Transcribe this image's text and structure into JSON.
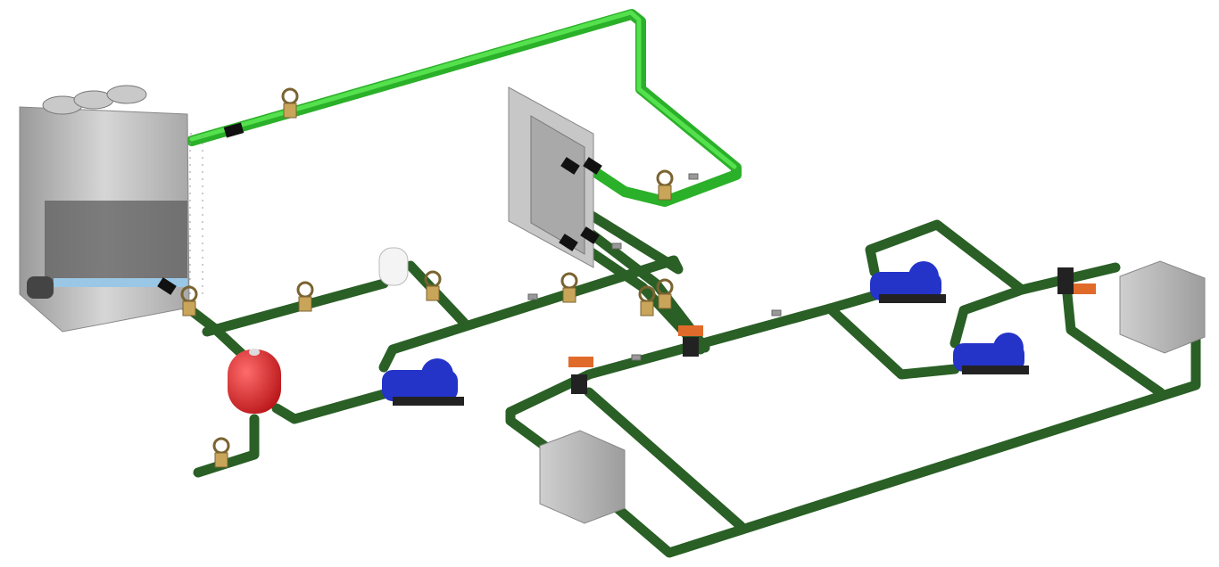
{
  "diagram": {
    "colors": {
      "supply_pipe": "#2f6b2a",
      "cooling_pipe": "#3fcf3a",
      "expansion_tank": "#e0191b",
      "pump": "#2433c8",
      "enclosure": "#b8b8b8",
      "valve": "#c9a55a",
      "actuator": "#e06a2a"
    },
    "components": [
      {
        "icon": "cooling-tower-icon"
      },
      {
        "icon": "plate-heat-exchanger-icon"
      },
      {
        "icon": "expansion-tank-icon"
      },
      {
        "icon": "air-separator-tank-icon"
      },
      {
        "icon": "pump-icon",
        "count": 3
      },
      {
        "icon": "gate-valve-icon",
        "count": 9
      },
      {
        "icon": "motorized-valve-icon",
        "count": 3
      },
      {
        "icon": "load-box-icon",
        "count": 2
      }
    ]
  }
}
